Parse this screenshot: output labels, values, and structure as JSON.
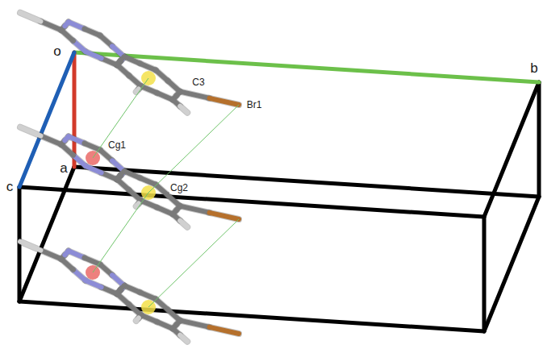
{
  "diagram": {
    "labels": [
      "o",
      "b",
      "C3",
      "Br1",
      "Cg1",
      "c",
      "a",
      "Cg2"
    ]
  }
}
